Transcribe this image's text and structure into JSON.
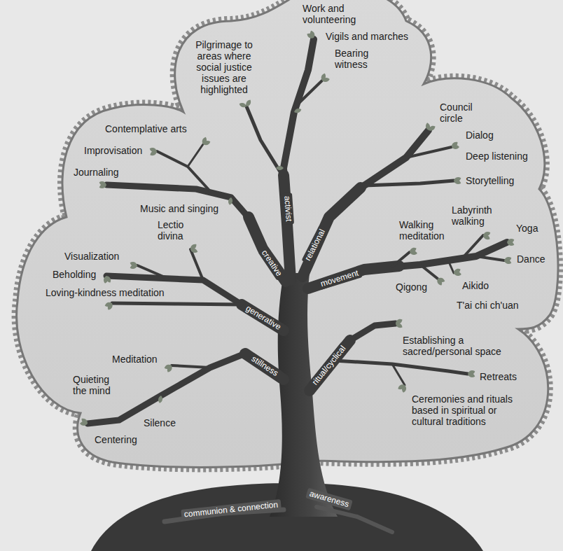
{
  "diagram": {
    "labels": [
      "Work and volunteering",
      "Vigils and marches",
      "Pilgrimage to areas where social justice issues are highlighted",
      "Bearing witness",
      "Council circle",
      "Contemplative arts",
      "Dialog",
      "Improvisation",
      "Deep listening",
      "Journaling",
      "Storytelling",
      "Music and singing",
      "activist",
      "Labyrinth walking",
      "relational",
      "Lectio divina",
      "Walking meditation",
      "Yoga",
      "creative",
      "Visualization",
      "Dance",
      "Beholding",
      "movement",
      "Qigong",
      "Aikido",
      "Loving-kindness meditation",
      "T'ai chi ch'uan",
      "generative",
      "Establishing a sacred/personal space",
      "Meditation",
      "stillness",
      "ritual/cyclical",
      "Retreats",
      "Quieting the mind",
      "Ceremonies and rituals based in spiritual or cultural traditions",
      "Silence",
      "Centering",
      "communion & connection",
      "awareness"
    ]
  }
}
